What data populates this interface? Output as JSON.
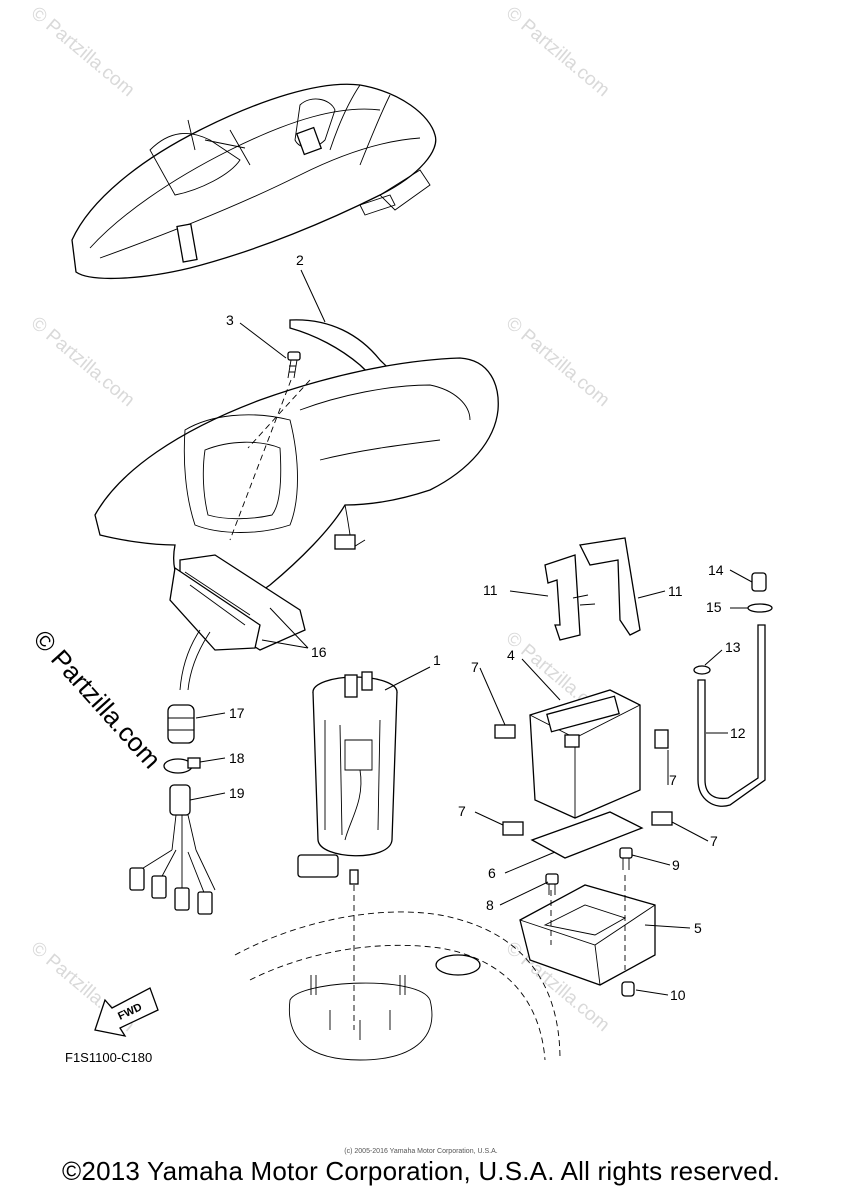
{
  "diagram": {
    "callouts": [
      "1",
      "2",
      "3",
      "4",
      "5",
      "6",
      "7",
      "7",
      "7",
      "7",
      "8",
      "9",
      "10",
      "11",
      "11",
      "12",
      "13",
      "14",
      "15",
      "16",
      "17",
      "18",
      "19"
    ],
    "fwd_label": "FWD",
    "drawing_code": "F1S1100-C180",
    "watermark_small": "© Partzilla.com",
    "watermark_side": "© Partzilla.com"
  },
  "footer": {
    "tiny_text": "(c) 2005-2016 Yamaha Motor Corporation, U.S.A.",
    "copyright": "©2013 Yamaha Motor Corporation, U.S.A. All rights reserved."
  }
}
